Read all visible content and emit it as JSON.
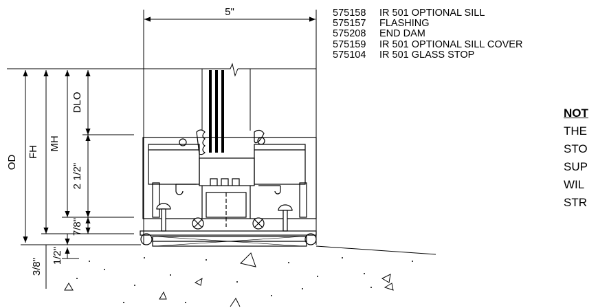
{
  "dimensions": {
    "width_top": "5\"",
    "od": "OD",
    "fh": "FH",
    "mh": "MH",
    "dlo": "DLO",
    "two_half": "2 1/2\"",
    "seven_eighths": "7/8\"",
    "half": "1/2\"",
    "three_eighths": "3/8\""
  },
  "parts": [
    {
      "number": "575158",
      "description": "IR 501 OPTIONAL SILL"
    },
    {
      "number": "575157",
      "description": "FLASHING"
    },
    {
      "number": "575208",
      "description": "END DAM"
    },
    {
      "number": "575159",
      "description": "IR 501 OPTIONAL SILL COVER"
    },
    {
      "number": "575104",
      "description": "IR 501 GLASS STOP"
    }
  ],
  "notes": {
    "title": "NOT",
    "lines": [
      "THE",
      "STO",
      "SUP",
      "WIL",
      "STR"
    ]
  }
}
